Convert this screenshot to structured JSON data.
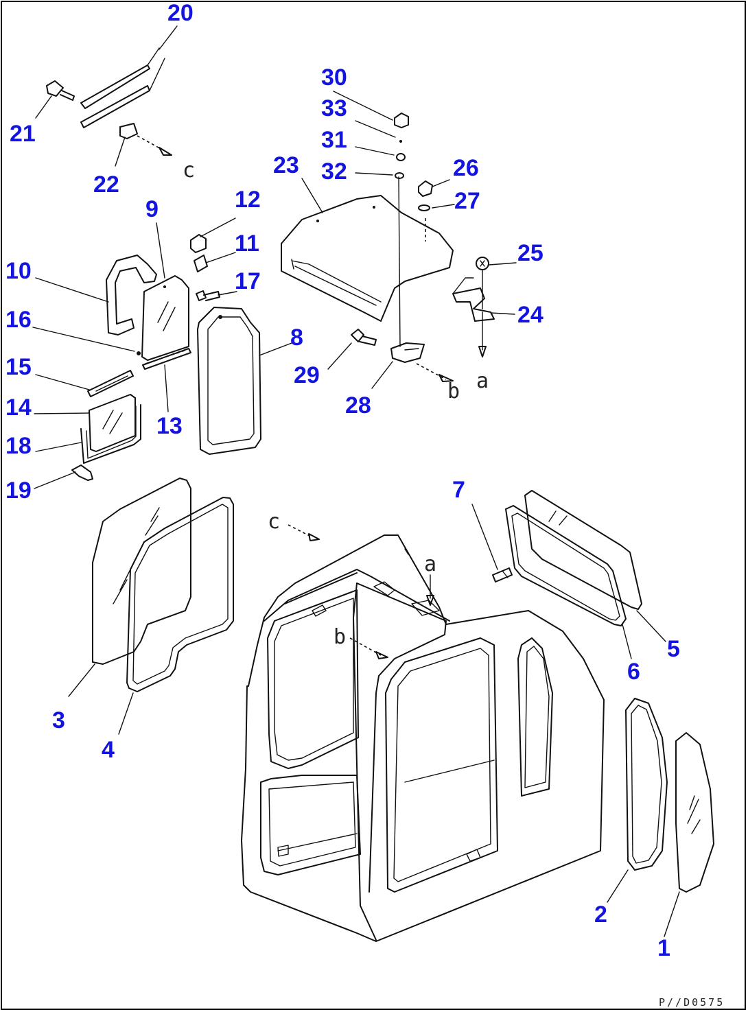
{
  "parts": [
    {
      "id": "part-1",
      "label": "1"
    },
    {
      "id": "part-2",
      "label": "2"
    },
    {
      "id": "part-3",
      "label": "3"
    },
    {
      "id": "part-4",
      "label": "4"
    },
    {
      "id": "part-5",
      "label": "5"
    },
    {
      "id": "part-6",
      "label": "6"
    },
    {
      "id": "part-7",
      "label": "7"
    },
    {
      "id": "part-8",
      "label": "8"
    },
    {
      "id": "part-9",
      "label": "9"
    },
    {
      "id": "part-10",
      "label": "10"
    },
    {
      "id": "part-11",
      "label": "11"
    },
    {
      "id": "part-12",
      "label": "12"
    },
    {
      "id": "part-13",
      "label": "13"
    },
    {
      "id": "part-14",
      "label": "14"
    },
    {
      "id": "part-15",
      "label": "15"
    },
    {
      "id": "part-16",
      "label": "16"
    },
    {
      "id": "part-17",
      "label": "17"
    },
    {
      "id": "part-18",
      "label": "18"
    },
    {
      "id": "part-19",
      "label": "19"
    },
    {
      "id": "part-20",
      "label": "20"
    },
    {
      "id": "part-21",
      "label": "21"
    },
    {
      "id": "part-22",
      "label": "22"
    },
    {
      "id": "part-23",
      "label": "23"
    },
    {
      "id": "part-24",
      "label": "24"
    },
    {
      "id": "part-25",
      "label": "25"
    },
    {
      "id": "part-26",
      "label": "26"
    },
    {
      "id": "part-27",
      "label": "27"
    },
    {
      "id": "part-28",
      "label": "28"
    },
    {
      "id": "part-29",
      "label": "29"
    },
    {
      "id": "part-30",
      "label": "30"
    },
    {
      "id": "part-31",
      "label": "31"
    },
    {
      "id": "part-32",
      "label": "32"
    },
    {
      "id": "part-33",
      "label": "33"
    }
  ],
  "references": {
    "a": "a",
    "b": "b",
    "c": "c"
  },
  "drawing_code": "P//D0575",
  "colors": {
    "callout": "#1414e0",
    "line": "#111111",
    "background": "#ffffff"
  }
}
